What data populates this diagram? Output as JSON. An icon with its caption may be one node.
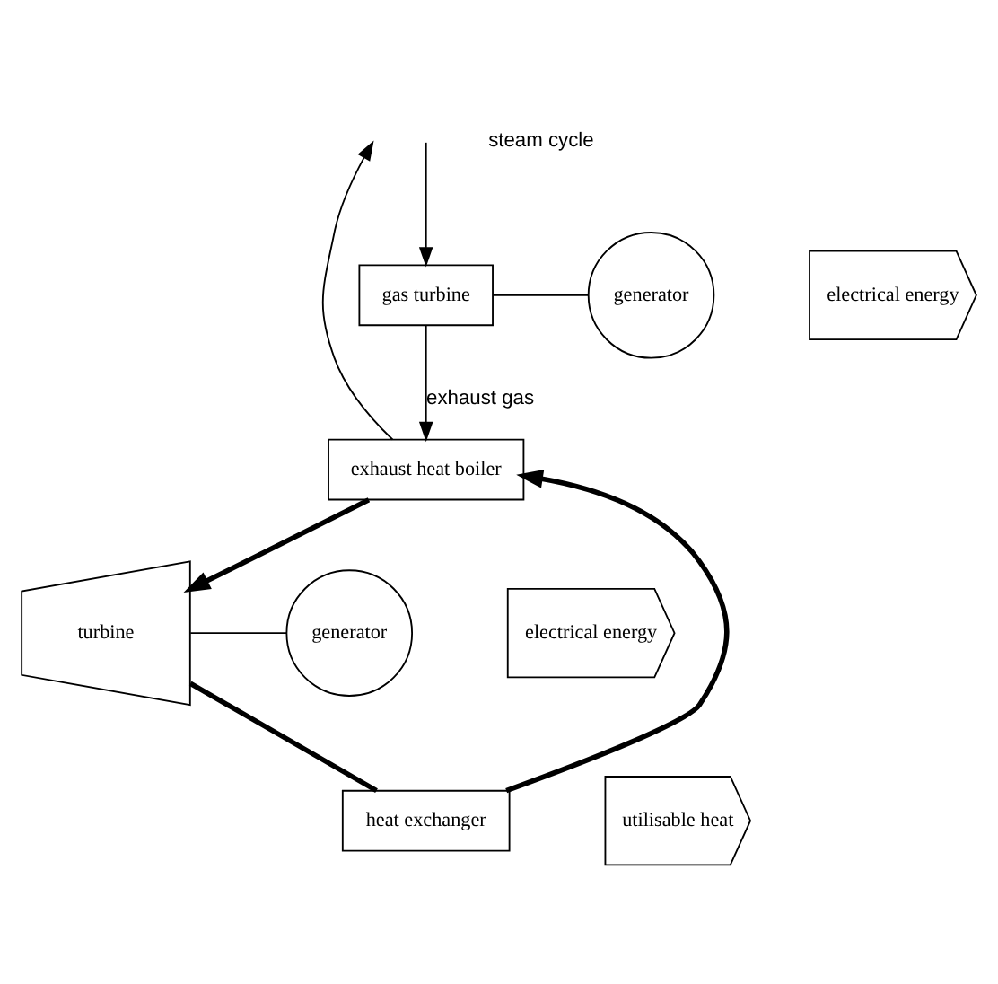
{
  "diagram": {
    "nodes": [
      {
        "text": [
          "gas turbine"
        ]
      },
      {
        "text": [
          "generator"
        ]
      },
      {
        "text": [
          "electrical energy"
        ]
      },
      {
        "text": [
          "exhaust heat boiler"
        ]
      },
      {
        "text": [
          "heat exchanger"
        ]
      },
      {
        "text": [
          "utilisable heat"
        ]
      },
      {
        "text": [
          "turbine"
        ]
      },
      {
        "text": [
          "generator"
        ]
      },
      {
        "text": [
          "electrical energy"
        ]
      }
    ],
    "edges": [
      {
        "from": null,
        "to": 0,
        "arrow": "to"
      },
      {
        "from": 0,
        "to": 1,
        "arrow": "none"
      },
      {
        "from": 0,
        "to": 3,
        "arrow": "to",
        "label": "exhaust gas"
      },
      {
        "from": 3,
        "to": null,
        "arrow": "to"
      },
      {
        "from": 3,
        "to": 6,
        "arrow": "to",
        "style": "thick"
      },
      {
        "from": 6,
        "to": 4,
        "arrow": "none",
        "style": "thick"
      },
      {
        "from": 4,
        "to": 3,
        "arrow": "to",
        "style": "thick"
      },
      {
        "from": 6,
        "to": 7,
        "arrow": "none"
      }
    ],
    "labels": [
      "steam cycle"
    ]
  }
}
